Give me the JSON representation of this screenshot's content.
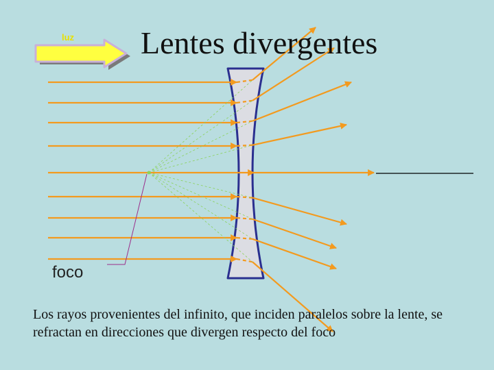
{
  "title": "Lentes divergentes",
  "light_label": "luz",
  "focus_label": "foco",
  "caption": "Los rayos provenientes del infinito, que inciden paralelos sobre la lente, se refractan en direcciones que divergen respecto del foco",
  "colors": {
    "background": "#b9dde0",
    "ray": "#f39a1e",
    "lens_fill": "#dcdde3",
    "lens_border": "#2a2f8f",
    "construction_line": "#8bd25a",
    "arrow_fill": "#ffff40",
    "arrow_border": "#c9b0d8",
    "arrow_shadow": "#7a7a7a",
    "pointer_line": "#9b2d8a",
    "optical_axis": "#000000"
  }
}
